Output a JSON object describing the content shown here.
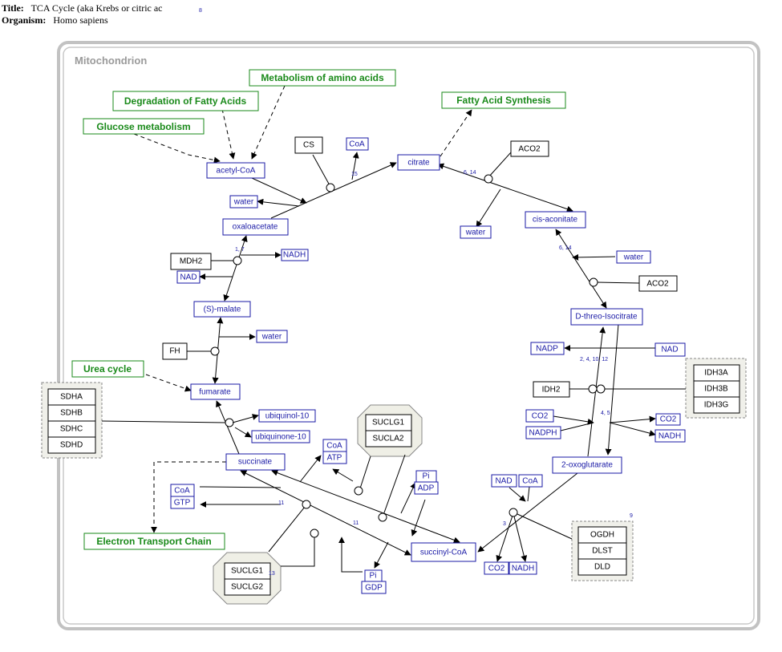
{
  "header": {
    "title_label": "Title:",
    "title_value": "TCA Cycle (aka Krebs or citric ac",
    "organism_label": "Organism:",
    "organism_value": "Homo sapiens",
    "page_number": "8"
  },
  "compartment": {
    "label": "Mitochondrion"
  },
  "pathways": {
    "amino_acids": "Metabolism of amino acids",
    "fatty_acid_degradation": "Degradation of Fatty Acids",
    "glucose": "Glucose metabolism",
    "fatty_acid_synthesis": "Fatty Acid Synthesis",
    "urea": "Urea cycle",
    "etc": "Electron Transport Chain"
  },
  "metabolites": {
    "acetyl_coa": "acetyl-CoA",
    "coa_top": "CoA",
    "citrate": "citrate",
    "water_1": "water",
    "oxaloacetate": "oxaloacetate",
    "nadh_1": "NADH",
    "nad_1": "NAD",
    "s_malate": "(S)-malate",
    "water_2": "water",
    "fumarate": "fumarate",
    "ubiquinol": "ubiquinol-10",
    "ubiquinone": "ubiquinone-10",
    "succinate": "succinate",
    "coa_atp_1": "CoA",
    "atp": "ATP",
    "coa_2": "CoA",
    "gtp": "GTP",
    "pi_1": "Pi",
    "adp": "ADP",
    "pi_2": "Pi",
    "gdp": "GDP",
    "succinyl_coa": "succinyl-CoA",
    "water_3": "water",
    "cis_aconitate": "cis-aconitate",
    "water_4": "water",
    "isocitrate": "D-threo-Isocitrate",
    "nadp": "NADP",
    "nad_2": "NAD",
    "co2_1": "CO2",
    "nadph": "NADPH",
    "co2_2": "CO2",
    "nadh_2": "NADH",
    "oxoglutarate": "2-oxoglutarate",
    "nad_3": "NAD",
    "coa_3": "CoA",
    "co2_3": "CO2",
    "nadh_3": "NADH"
  },
  "genes": {
    "cs": "CS",
    "aco2_1": "ACO2",
    "aco2_2": "ACO2",
    "mdh2": "MDH2",
    "fh": "FH",
    "idh2": "IDH2",
    "idh_group": [
      "IDH3A",
      "IDH3B",
      "IDH3G"
    ],
    "sdh_group": [
      "SDHA",
      "SDHB",
      "SDHC",
      "SDHD"
    ],
    "sucl_group_1": [
      "SUCLG1",
      "SUCLA2"
    ],
    "sucl_group_2": [
      "SUCLG1",
      "SUCLG2"
    ],
    "ogdh_group": [
      "OGDH",
      "DLST",
      "DLD"
    ]
  },
  "reference_labels": {
    "r15": "15",
    "r6_14a": "6, 14",
    "r6_14b": "6, 14",
    "r1_7": "1, 7",
    "r2_4_10_12": "2, 4, 10, 12",
    "r4_5": "4, 5",
    "r11a": "11",
    "r11b": "11",
    "r13": "13",
    "r3": "3",
    "r9": "9"
  },
  "colors": {
    "metabolite": "#1a1aa6",
    "pathway": "#1a8a1a",
    "gene": "#000000",
    "compartment": "#b4b4b4"
  }
}
